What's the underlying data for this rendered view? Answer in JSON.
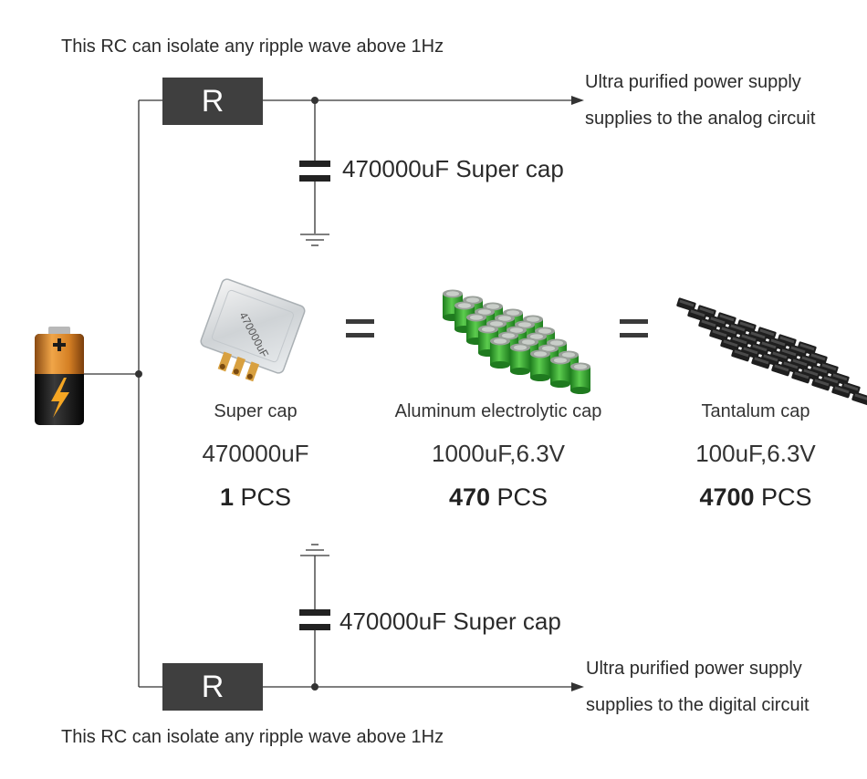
{
  "notes": {
    "top": "This RC can isolate any ripple wave above 1Hz",
    "bottom": "This RC can isolate any ripple wave above 1Hz"
  },
  "resistors": {
    "top_label": "R",
    "bottom_label": "R"
  },
  "capacitors": {
    "top_label": "470000uF Super cap",
    "bottom_label": "470000uF Super cap"
  },
  "outputs": {
    "analog": {
      "line1": "Ultra purified power supply",
      "line2": "supplies to the analog circuit"
    },
    "digital": {
      "line1": "Ultra purified power supply",
      "line2": "supplies to the digital circuit"
    }
  },
  "comparison": {
    "equals": "=",
    "items": [
      {
        "name": "Super cap",
        "value": "470000uF",
        "qty_number": "1",
        "qty_unit": "PCS",
        "marking": "470000uF"
      },
      {
        "name": "Aluminum electrolytic cap",
        "value": "1000uF,6.3V",
        "qty_number": "470",
        "qty_unit": "PCS"
      },
      {
        "name": "Tantalum cap",
        "value": "100uF,6.3V",
        "qty_number": "4700",
        "qty_unit": "PCS"
      }
    ]
  },
  "colors": {
    "wire": "#333333",
    "resistor": "#3f3f3f",
    "battery_copper": "#d98a2b",
    "battery_black": "#1a1a1a",
    "bolt": "#f5a623",
    "electrolytic_green": "#3cae3c",
    "tantalum_black": "#222222"
  }
}
